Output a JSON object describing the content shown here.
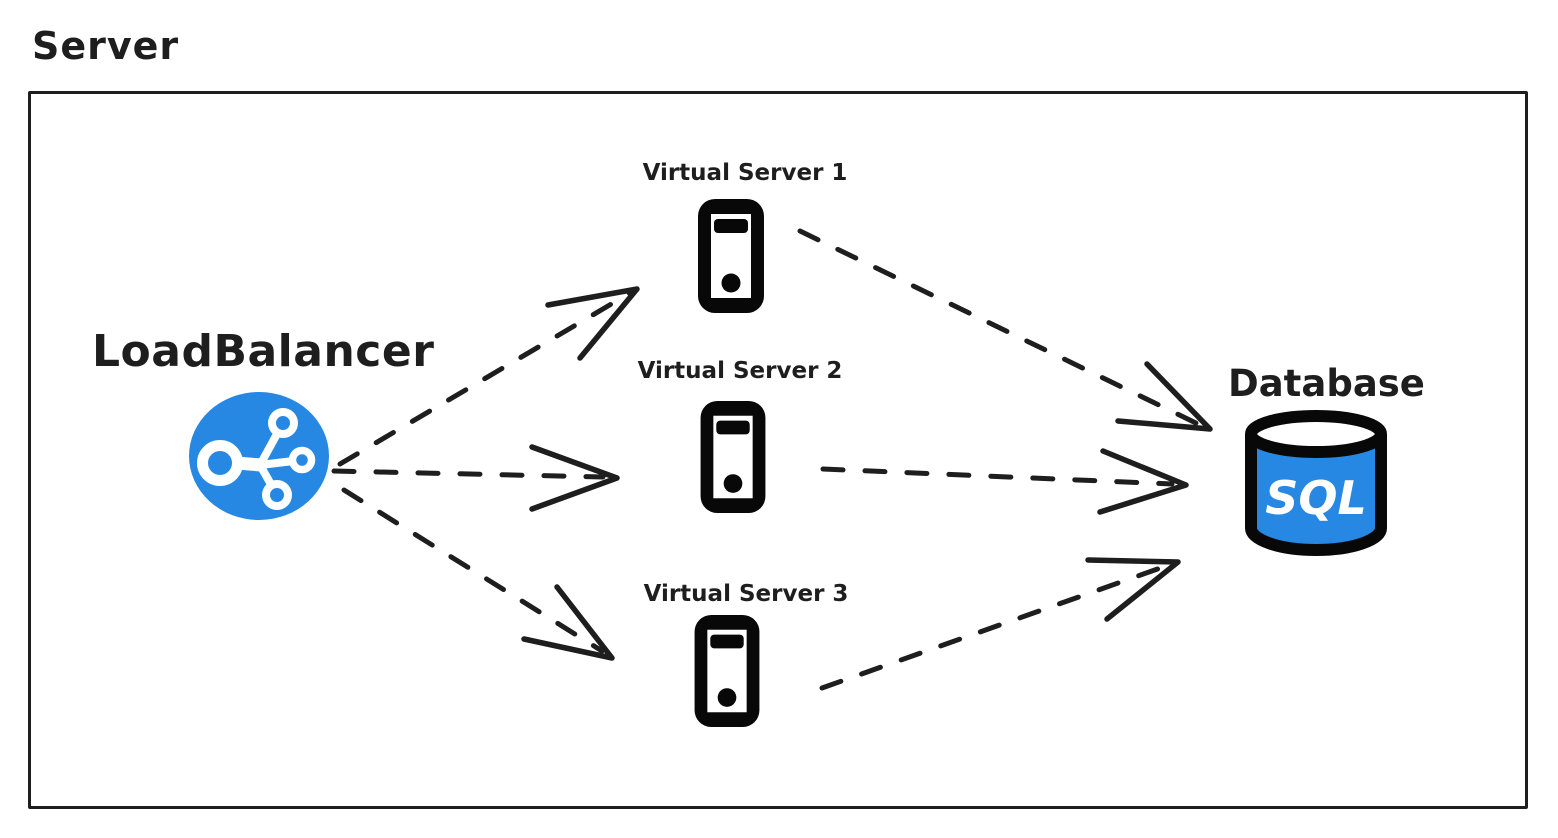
{
  "colors": {
    "ink": "#1e1e1e",
    "accent_blue": "#2688e3",
    "icon_black": "#080808",
    "background": "#ffffff"
  },
  "diagram": {
    "group_label": "Server",
    "nodes": [
      {
        "id": "load-balancer",
        "label": "LoadBalancer",
        "icon": "load-balancer-icon"
      },
      {
        "id": "virtual-server-1",
        "label": "Virtual Server 1",
        "icon": "server-tower-icon"
      },
      {
        "id": "virtual-server-2",
        "label": "Virtual Server 2",
        "icon": "server-tower-icon"
      },
      {
        "id": "virtual-server-3",
        "label": "Virtual Server 3",
        "icon": "server-tower-icon"
      },
      {
        "id": "database",
        "label": "Database",
        "icon": "sql-database-icon",
        "icon_text": "SQL"
      }
    ],
    "edges": [
      {
        "from": "load-balancer",
        "to": "virtual-server-1",
        "style": "dashed",
        "arrowhead": "open"
      },
      {
        "from": "load-balancer",
        "to": "virtual-server-2",
        "style": "dashed",
        "arrowhead": "open"
      },
      {
        "from": "load-balancer",
        "to": "virtual-server-3",
        "style": "dashed",
        "arrowhead": "open"
      },
      {
        "from": "virtual-server-1",
        "to": "database",
        "style": "dashed",
        "arrowhead": "open"
      },
      {
        "from": "virtual-server-2",
        "to": "database",
        "style": "dashed",
        "arrowhead": "open"
      },
      {
        "from": "virtual-server-3",
        "to": "database",
        "style": "dashed",
        "arrowhead": "open"
      }
    ]
  }
}
